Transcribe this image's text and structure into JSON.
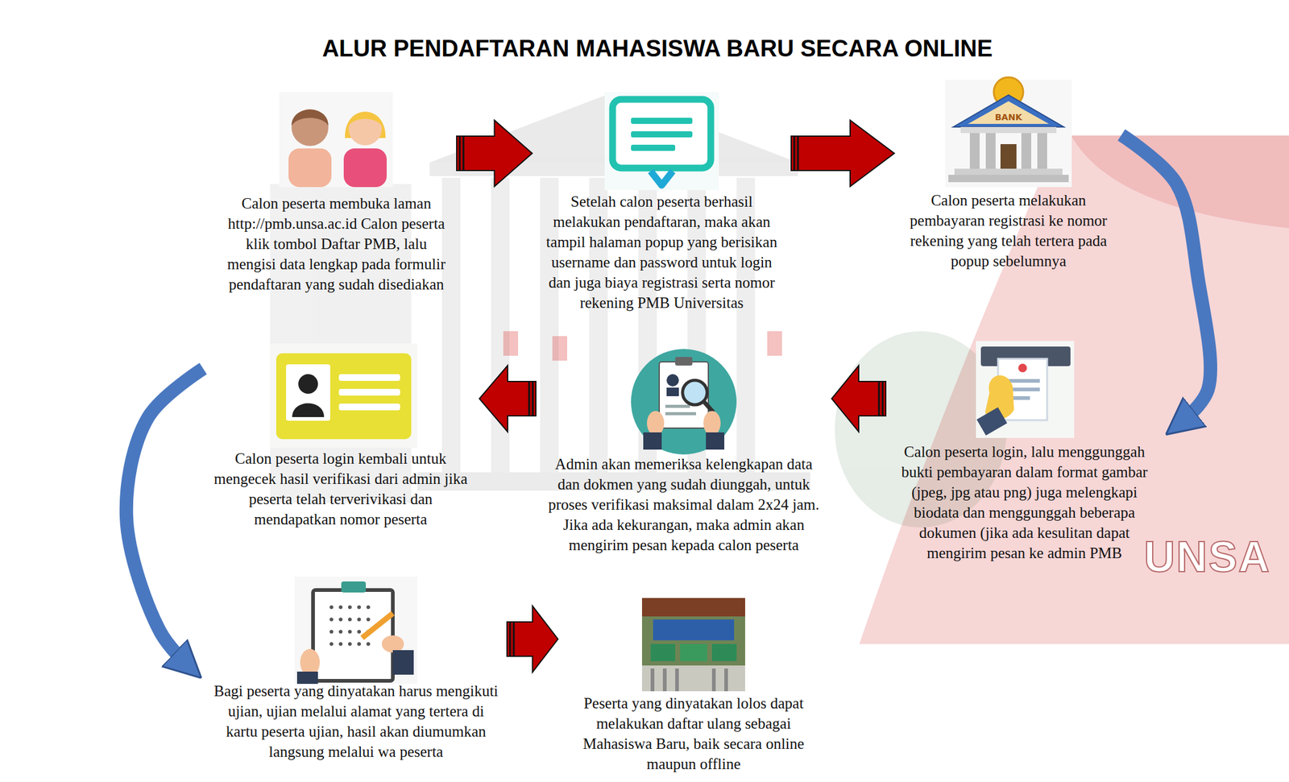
{
  "diagram": {
    "title": "ALUR PENDAFTARAN MAHASISWA BARU SECARA ONLINE",
    "nodes": [
      {
        "text": [
          "Calon peserta membuka laman http://pmb.unsa.ac.id Calon peserta klik tombol Daftar PMB, lalu mengisi data lengkap pada formulir pendaftaran yang sudah disediakan"
        ]
      },
      {
        "text": [
          "Setelah calon peserta berhasil melakukan pendaftaran, maka akan tampil halaman popup yang berisikan username dan password untuk login dan juga biaya registrasi serta nomor rekening PMB Universitas"
        ]
      },
      {
        "text": [
          "Calon peserta melakukan pembayaran registrasi ke nomor rekening yang telah tertera pada popup sebelumnya"
        ]
      },
      {
        "text": [
          "Calon peserta login, lalu menggunggah bukti pembayaran dalam format gambar (jpeg, jpg atau png) juga melengkapi biodata dan menggunggah beberapa dokumen (jika ada kesulitan dapat mengirim pesan ke admin PMB"
        ]
      },
      {
        "text": [
          "Admin akan memeriksa kelengkapan data dan dokmen yang sudah diunggah, untuk proses verifikasi maksimal dalam 2x24 jam. Jika ada kekurangan, maka admin akan mengirim pesan kepada calon peserta"
        ]
      },
      {
        "text": [
          "Calon peserta login kembali untuk mengecek hasil verifikasi dari admin jika peserta telah terverivikasi dan mendapatkan nomor peserta"
        ]
      },
      {
        "text": [
          "Bagi peserta yang dinyatakan harus mengikuti ujian, ujian melalui alamat yang tertera di kartu peserta ujian, hasil akan diumumkan langsung melalui wa peserta"
        ]
      },
      {
        "text": [
          "Peserta yang dinyatakan lolos dapat melakukan daftar ulang sebagai Mahasiswa Baru, baik secara online maupun offline"
        ]
      }
    ],
    "edges": [
      {
        "from": 0,
        "to": 1,
        "arrow": "to"
      },
      {
        "from": 1,
        "to": 2,
        "arrow": "to"
      },
      {
        "from": 2,
        "to": 3,
        "arrow": "to"
      },
      {
        "from": 3,
        "to": 4,
        "arrow": "to"
      },
      {
        "from": 4,
        "to": 5,
        "arrow": "to"
      },
      {
        "from": 5,
        "to": 6,
        "arrow": "to"
      },
      {
        "from": 6,
        "to": 7,
        "arrow": "to"
      }
    ],
    "labels": [
      "BANK",
      "UNSA"
    ]
  }
}
